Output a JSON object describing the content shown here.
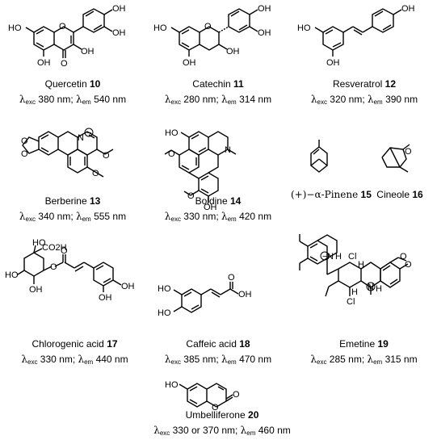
{
  "compounds": [
    {
      "name": "Quercetin",
      "num": "10",
      "exc": "380 nm",
      "em": "540 nm"
    },
    {
      "name": "Catechin",
      "num": "11",
      "exc": "280 nm",
      "em": "314 nm"
    },
    {
      "name": "Resveratrol",
      "num": "12",
      "exc": "320 nm",
      "em": "390 nm"
    },
    {
      "name": "Berberine",
      "num": "13",
      "exc": "340 nm",
      "em": "555 nm"
    },
    {
      "name": "Boldine",
      "num": "14",
      "exc": "330 nm",
      "em": "420 nm"
    },
    {
      "name": "(+)−α-Pinene",
      "num": "15"
    },
    {
      "name": "Cineole",
      "num": "16"
    },
    {
      "name": "Chlorogenic acid",
      "num": "17",
      "exc": "330 nm",
      "em": "440 nm"
    },
    {
      "name": "Caffeic acid",
      "num": "18",
      "exc": "385 nm",
      "em": "470 nm"
    },
    {
      "name": "Emetine",
      "num": "19",
      "exc": "285 nm",
      "em": "315 nm"
    },
    {
      "name": "Umbelliferone",
      "num": "20",
      "exc": "330 or 370 nm",
      "em": "460 nm"
    }
  ],
  "symbols": {
    "lambda": "λ",
    "exc": "exc",
    "em": "em"
  },
  "atoms": {
    "OH": "OH",
    "HO": "HO",
    "O": "O",
    "N": "N",
    "H": "H",
    "Cl": "Cl",
    "CO2H": "CO2H",
    "minus": "−",
    "plus": "+"
  }
}
